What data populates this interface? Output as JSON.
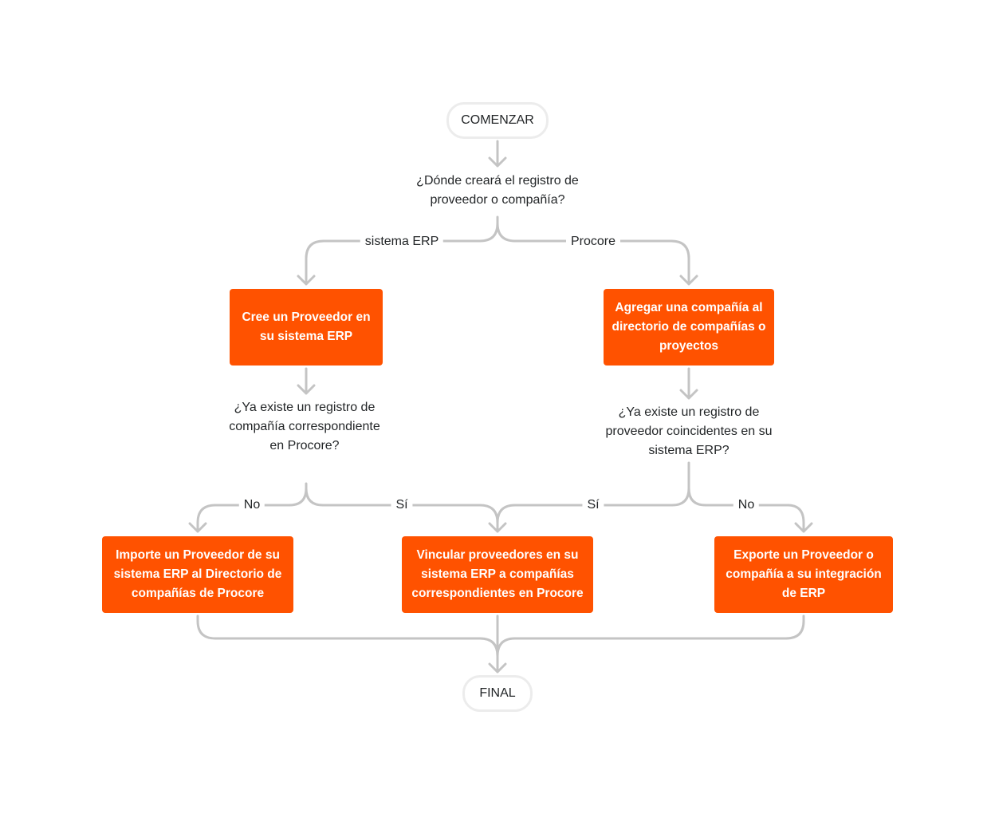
{
  "diagram": {
    "start": "COMENZAR",
    "end": "FINAL",
    "q1": "¿Dónde creará el registro de proveedor o compañía?",
    "branch_erp": "sistema ERP",
    "branch_procore": "Procore",
    "box_erp": "Cree un Proveedor en su sistema ERP",
    "box_procore": "Agregar una compañía al directorio de compañías o proyectos",
    "q_left": "¿Ya existe un registro de compañía correspondiente en Procore?",
    "q_right": "¿Ya existe un registro de proveedor coincidentes en su sistema ERP?",
    "no_left": "No",
    "si_left": "Sí",
    "si_right": "Sí",
    "no_right": "No",
    "box_import": "Importe un Proveedor de su sistema ERP al Directorio de compañías de Procore",
    "box_link": "Vincular proveedores en su sistema ERP a compañías correspondientes en Procore",
    "box_export": "Exporte un Proveedor o compañía a su integración de ERP"
  },
  "colors": {
    "accent": "#ff5200",
    "connector": "#c4c4c4",
    "pill_border": "#ececec"
  }
}
